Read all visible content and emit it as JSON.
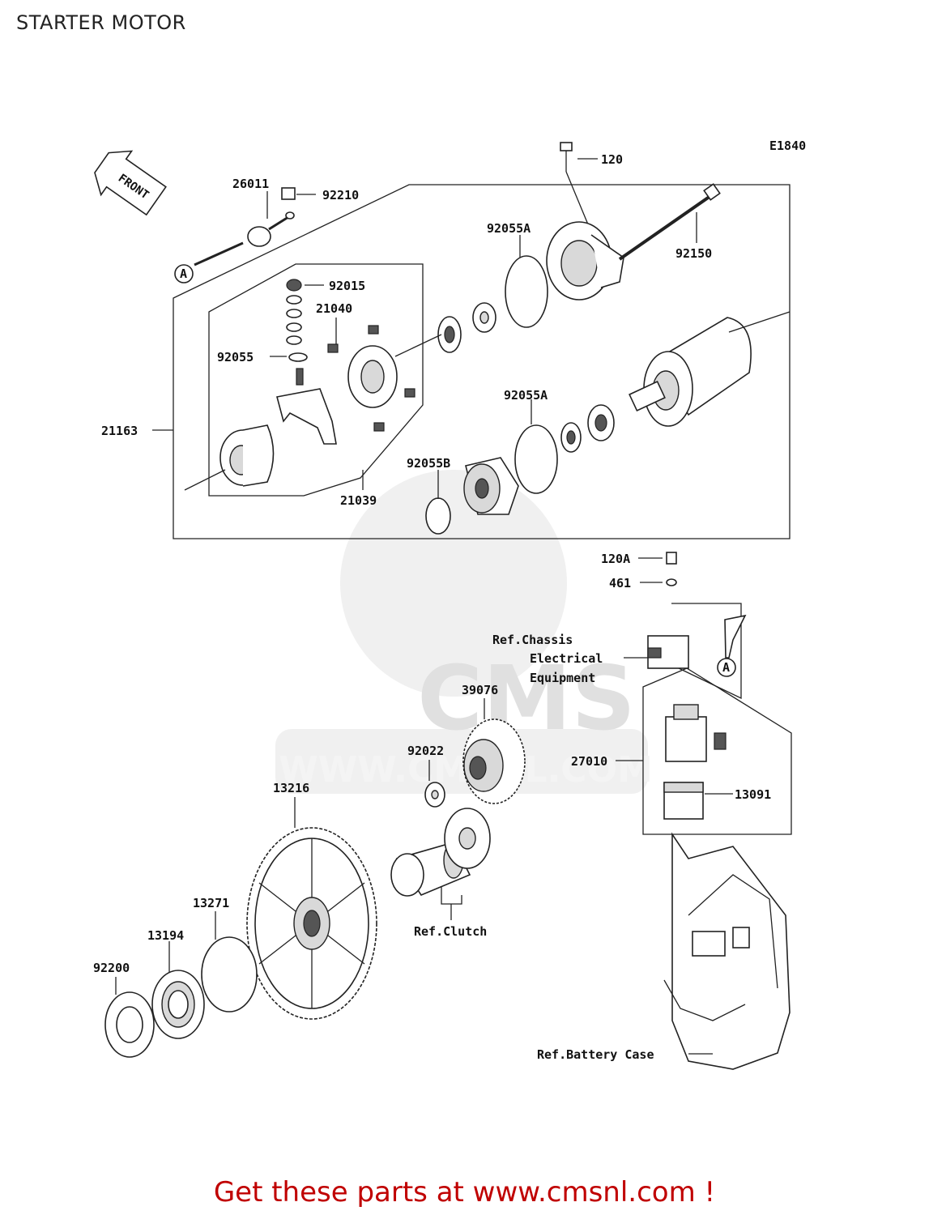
{
  "title": "STARTER MOTOR",
  "diagram_code": "E1840",
  "front_label": "FRONT",
  "part_numbers": {
    "p120": "120",
    "p26011": "26011",
    "p92210": "92210",
    "p92055A_top": "92055A",
    "p92150": "92150",
    "p92015": "92015",
    "p21040": "21040",
    "p92055": "92055",
    "p21163": "21163",
    "p92055A_mid": "92055A",
    "p92055B": "92055B",
    "p21039": "21039",
    "p120A": "120A",
    "p461": "461",
    "p39076": "39076",
    "p92022": "92022",
    "p27010": "27010",
    "p13091": "13091",
    "p13216": "13216",
    "p13271": "13271",
    "p13194": "13194",
    "p92200": "92200"
  },
  "refs": {
    "chassis_line1": "Ref.Chassis",
    "chassis_line2": "Electrical",
    "chassis_line3": "Equipment",
    "clutch": "Ref.Clutch",
    "battery_case": "Ref.Battery Case"
  },
  "marker": "A",
  "watermark": "WWW.CMSNL.COM",
  "watermark_logo": "CMS",
  "promo": "Get these parts at www.cmsnl.com !"
}
